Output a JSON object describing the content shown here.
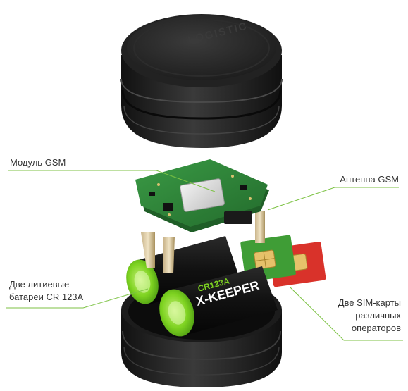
{
  "device": {
    "lid_logo": "LOGISTIC",
    "battery_brand": "X-KEEPER",
    "battery_model": "CR123A"
  },
  "callouts": {
    "gsm_module": "Модуль GSM",
    "gsm_antenna": "Антенна GSM",
    "batteries_line1": "Две литиевые",
    "batteries_line2": "батареи CR 123A",
    "sims_line1": "Две SIM-карты",
    "sims_line2": "различных",
    "sims_line3": "операторов"
  },
  "colors": {
    "leader_line": "#7cc243",
    "housing": "#1e1e1e",
    "pcb": "#2f8a3a",
    "battery_green": "#7ed321",
    "sim_red": "#d9322a",
    "sim_green": "#3f9d36"
  }
}
